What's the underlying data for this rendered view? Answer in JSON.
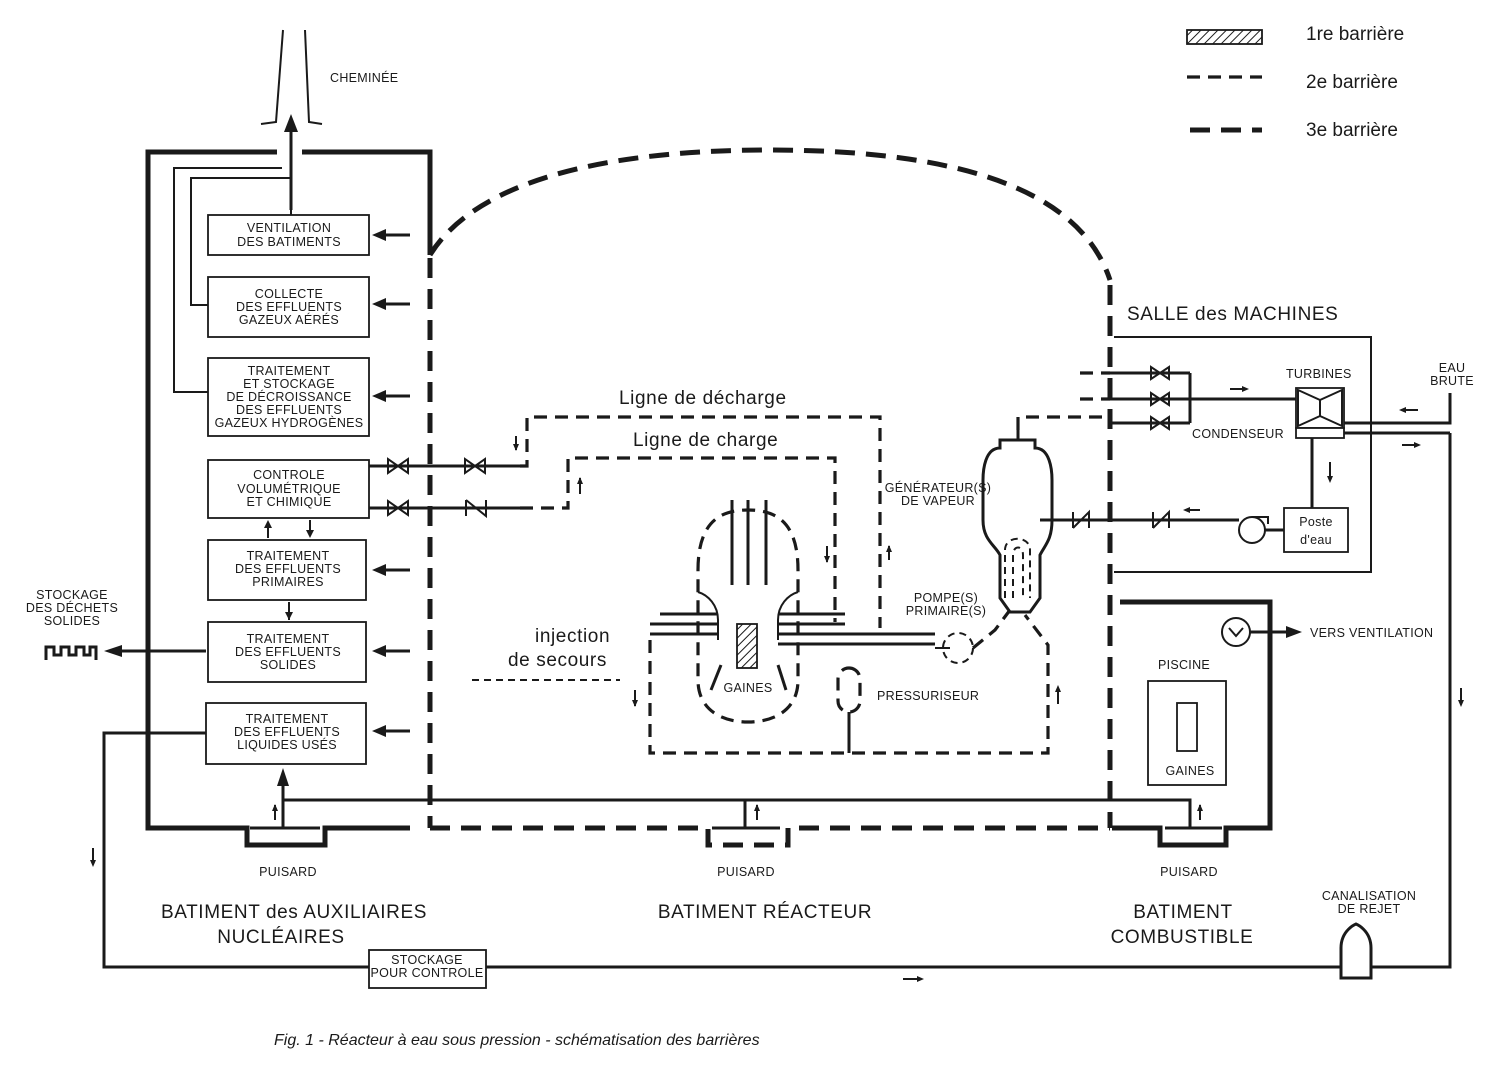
{
  "legend": {
    "barrier1": "1re barrière",
    "barrier2": "2e barrière",
    "barrier3": "3e barrière"
  },
  "labels": {
    "chimney": "CHEMINÉE",
    "ventilation": [
      "VENTILATION",
      "DES BATIMENTS"
    ],
    "collecte": [
      "COLLECTE",
      "DES EFFLUENTS",
      "GAZEUX AÉRÉS"
    ],
    "traitement_gaz": [
      "TRAITEMENT",
      "ET STOCKAGE",
      "DE DÉCROISSANCE",
      "DES EFFLUENTS",
      "GAZEUX HYDROGÈNES"
    ],
    "controle": [
      "CONTROLE",
      "VOLUMÉTRIQUE",
      "ET CHIMIQUE"
    ],
    "traitement_primaires": [
      "TRAITEMENT",
      "DES EFFLUENTS",
      "PRIMAIRES"
    ],
    "traitement_solides": [
      "TRAITEMENT",
      "DES EFFLUENTS",
      "SOLIDES"
    ],
    "traitement_liquides": [
      "TRAITEMENT",
      "DES EFFLUENTS",
      "LIQUIDES USÉS"
    ],
    "stockage_dechets": [
      "STOCKAGE",
      "DES DÉCHETS",
      "SOLIDES"
    ],
    "ligne_decharge": "Ligne de décharge",
    "ligne_charge": "Ligne de charge",
    "injection_secours": [
      "injection",
      "de secours"
    ],
    "gaines_reactor": "GAINES",
    "generateur": [
      "GÉNÉRATEUR(S)",
      "DE VAPEUR"
    ],
    "pompe": [
      "POMPE(S)",
      "PRIMAIRE(S)"
    ],
    "pressuriseur": "PRESSURISEUR",
    "salle_machines": "SALLE des MACHINES",
    "turbines": "TURBINES",
    "eau_brute": [
      "EAU",
      "BRUTE"
    ],
    "condenseur": "CONDENSEUR",
    "poste_eau": [
      "Poste",
      "d'eau"
    ],
    "vers_ventilation": "VERS VENTILATION",
    "piscine": "PISCINE",
    "gaines_piscine": "GAINES",
    "puisard_1": "PUISARD",
    "puisard_2": "PUISARD",
    "puisard_3": "PUISARD",
    "batiment_auxiliaires": [
      "BATIMENT des AUXILIAIRES",
      "NUCLÉAIRES"
    ],
    "batiment_reacteur": "BATIMENT RÉACTEUR",
    "batiment_combustible": [
      "BATIMENT",
      "COMBUSTIBLE"
    ],
    "canalisation_rejet": [
      "CANALISATION",
      "DE REJET"
    ],
    "stockage_controle": [
      "STOCKAGE",
      "POUR CONTROLE"
    ]
  },
  "caption": "Fig. 1 - Réacteur à eau sous pression - schématisation des barrières"
}
